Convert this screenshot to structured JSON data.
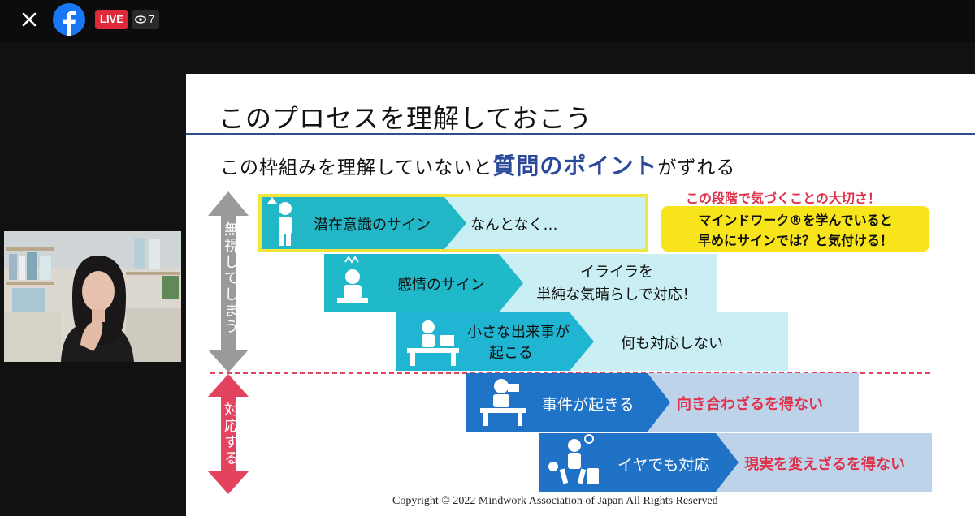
{
  "topbar": {
    "live_label": "LIVE",
    "viewer_count": "7",
    "close_icon": "close-icon",
    "logo_icon": "facebook-logo-icon",
    "eye_icon": "eye-icon"
  },
  "slide": {
    "title": "このプロセスを理解しておこう",
    "subtitle_pre": "この枠組みを理解していないと",
    "subtitle_highlight": "質問のポイント",
    "subtitle_post": "がずれる",
    "note_heading": "この段階で気づくことの大切さ！",
    "note_lines": [
      "マインドワーク®を学んでいると",
      "早めにサインでは？と気付ける！"
    ],
    "left_axis_top": "無視してしまう",
    "left_axis_bottom": "対応する",
    "steps": [
      {
        "label": "潜在意識のサイン",
        "desc": "なんとなく…"
      },
      {
        "label": "感情のサイン",
        "desc_lines": [
          "イライラを",
          "単純な気晴らしで対応！"
        ]
      },
      {
        "label_lines": [
          "小さな出来事が",
          "起こる"
        ],
        "desc": "何も対応しない"
      },
      {
        "label": "事件が起きる",
        "desc": "向き合わざるを得ない"
      },
      {
        "label": "イヤでも対応",
        "desc": "現実を変えざるを得ない"
      }
    ],
    "copyright": "Copyright © 2022 Mindwork Association of Japan All Rights Reserved",
    "colors": {
      "title_rule": "#2f4f8f",
      "highlight_blue": "#2c4a9a",
      "accent_red": "#e0304a",
      "note_yellow": "#f8e41a",
      "step_dark_teal": "#1fb9c8",
      "step_light_teal": "#c8eef4",
      "step_dark_blue": "#1f73c9",
      "step_light_blue": "#bcd3ea"
    }
  }
}
